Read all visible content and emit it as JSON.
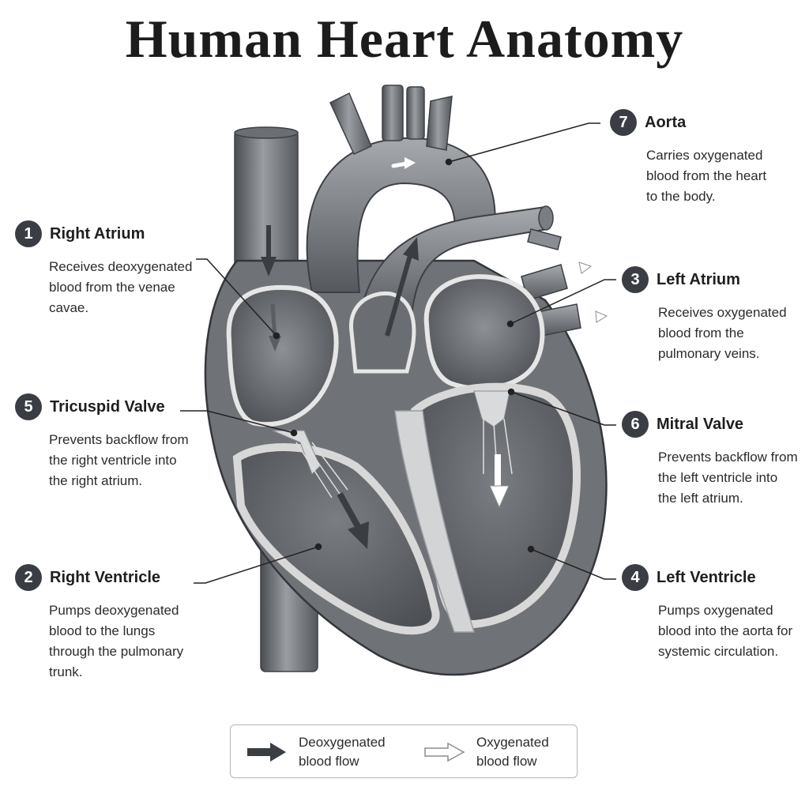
{
  "title": "Human Heart Anatomy",
  "labels": [
    {
      "number": "1",
      "name": "Right Atrium",
      "desc": "Receives deoxygenated\nblood from the venae cavae."
    },
    {
      "number": "5",
      "name": "Tricuspid Valve",
      "desc": "Prevents backflow from\nthe right ventricle into\nthe right atrium."
    },
    {
      "number": "2",
      "name": "Right Ventricle",
      "desc": "Pumps deoxygenated\nblood to the lungs\nthrough the pulmonary\ntrunk."
    },
    {
      "number": "7",
      "name": "Aorta",
      "desc": "Carries oxygenated\nblood from the heart\nto the body."
    },
    {
      "number": "3",
      "name": "Left Atrium",
      "desc": "Receives oxygenated\nblood from the\npulmonary veins."
    },
    {
      "number": "6",
      "name": "Mitral Valve",
      "desc": "Prevents backflow from\nthe left ventricle into\nthe left atrium."
    },
    {
      "number": "4",
      "name": "Left Ventricle",
      "desc": "Pumps oxygenated\nblood into the aorta for\nsystemic circulation."
    }
  ],
  "legend": {
    "deoxygenated": "Deoxygenated\nblood flow",
    "oxygenated": "Oxygenated\nblood flow"
  },
  "colors": {
    "tissue_dark": "#5a5d62",
    "tissue_mid": "#8a8d92",
    "tissue_light": "#c9cacc",
    "badge": "#3a3d44"
  }
}
